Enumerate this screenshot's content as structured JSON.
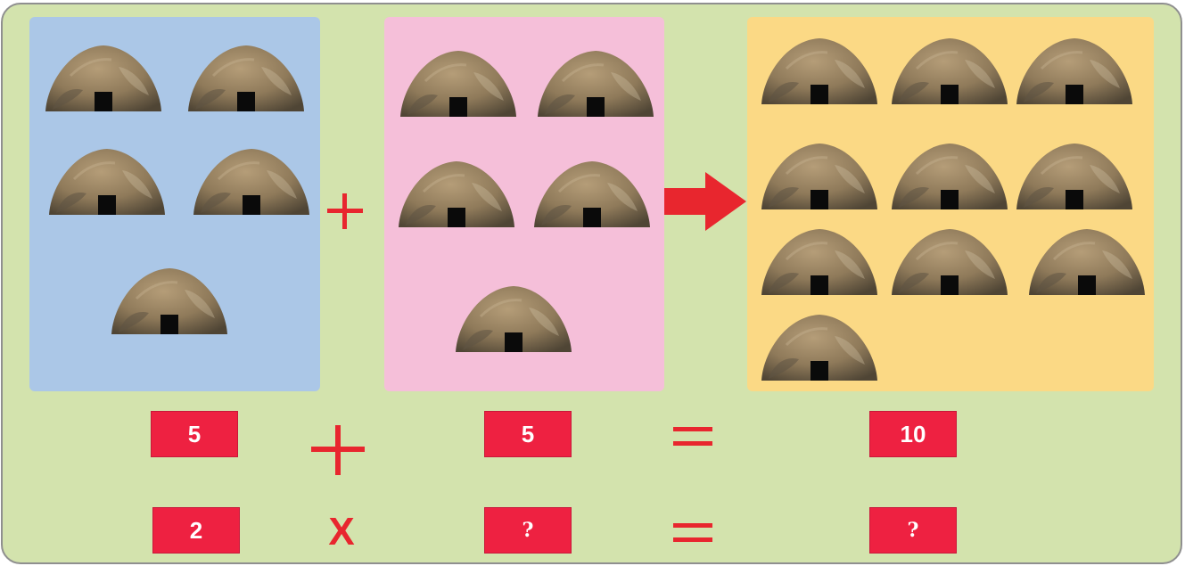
{
  "groups": {
    "left": {
      "count": 5
    },
    "middle": {
      "count": 5
    },
    "result": {
      "count": 10
    }
  },
  "addition_row": {
    "first": "5",
    "operator": "+",
    "second": "5",
    "equals": "=",
    "result": "10"
  },
  "multiplication_row": {
    "first": "2",
    "operator": "X",
    "second": "?",
    "equals": "=",
    "result": "?"
  },
  "colors": {
    "board": "#d3e3ad",
    "left_panel": "#abc7e7",
    "middle_panel": "#f5bfd9",
    "result_panel": "#fbd985",
    "accent_red": "#e8262e",
    "box_red": "#ee2141"
  },
  "icons": {
    "item": "stone-hut-icon",
    "arrow": "right-arrow-icon"
  }
}
